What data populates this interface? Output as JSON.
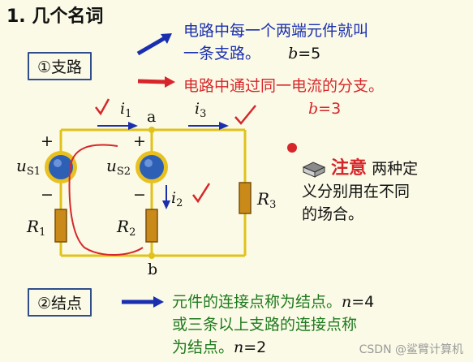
{
  "heading": "1. 几个名词",
  "branch": {
    "label": "①支路",
    "def": [
      "电路中每一个两端元件就叫",
      "一条支路。"
    ],
    "b1_var": "b",
    "b1_val": "=5",
    "def2": "电路中通过同一电流的分支。",
    "b2_var": "b",
    "b2_val": "=3"
  },
  "node": {
    "label": "②结点",
    "def_lines": [
      "元件的连接点称为结点。",
      "或三条以上支路的连接点称",
      "为结点。"
    ],
    "n1_var": "n",
    "n1_val": "=4",
    "n2_var": "n",
    "n2_val": "=2"
  },
  "note": {
    "key": "注意",
    "line1": "两种定",
    "line2": "义分别用在不同",
    "line3": "的场合。"
  },
  "circuit": {
    "i1": "i",
    "i1_sub": "1",
    "i2": "i",
    "i2_sub": "2",
    "i3": "i",
    "i3_sub": "3",
    "node_a": "a",
    "node_b": "b",
    "us1": "u",
    "us1_sub": "S1",
    "us2": "u",
    "us2_sub": "S2",
    "r1": "R",
    "r1_sub": "1",
    "r2": "R",
    "r2_sub": "2",
    "r3": "R",
    "r3_sub": "3",
    "plus": "+",
    "minus": "−"
  },
  "colors": {
    "wire": "#e0c21a",
    "resistor": "#c98a1a",
    "source_fill": "#2d5fb5",
    "blue_arrow": "#1a2fb0",
    "red_arrow": "#d7262b"
  },
  "watermark": "CSDN @鲨臂计算机"
}
